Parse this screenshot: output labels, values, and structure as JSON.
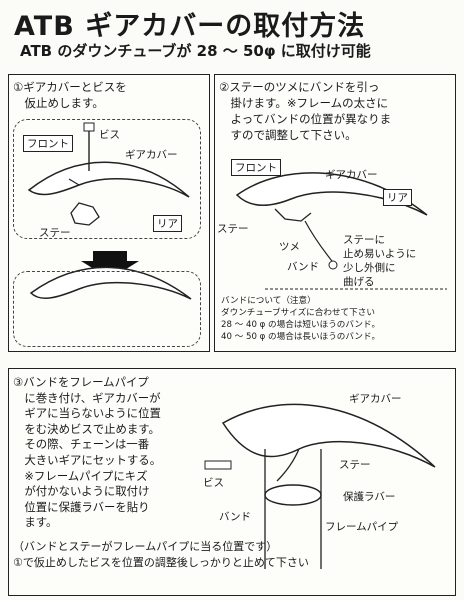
{
  "header": {
    "title": "ATB ギアカバーの取付方法",
    "subtitle": "ATB のダウンチューブが 28 ～ 50φ に取付け可能"
  },
  "step1": {
    "text": "①ギアカバーとビスを\n　仮止めします。",
    "labels": {
      "bis": "ビス",
      "front": "フロント",
      "gearcover": "ギアカバー",
      "rear": "リア",
      "stay": "ステー"
    }
  },
  "step2": {
    "text": "②ステーのツメにバンドを引っ\n　掛けます。※フレームの太さに\n　よってバンドの位置が異なりま\n　すので調整して下さい。",
    "labels": {
      "front": "フロント",
      "gearcover": "ギアカバー",
      "rear": "リア",
      "stay": "ステー",
      "tsume": "ツメ",
      "band": "バンド",
      "hint": "ステーに\n止め易いように\n少し外側に\n曲げる"
    },
    "note": "バンドについて（注意）\nダウンチューブサイズに合わせて下さい\n28 ～ 40 φ の場合は短いほうのバンド。\n40 ～ 50 φ の場合は長いほうのバンド。"
  },
  "step3": {
    "text": "③バンドをフレームパイプ\n　に巻き付け、ギアカバーが\n　ギアに当らないように位置\n　をむ決めビスで止めます。\n　その際、チェーンは一番\n　大きいギアにセットする。\n　※フレームパイプにキズ\n　が付かないように取付け\n　位置に保護ラバーを貼り\n　ます。",
    "footer": "（バンドとステーがフレームパイプに当る位置です）\n①で仮止めしたビスを位置の調整後しっかりと止めて下さい",
    "labels": {
      "gearcover": "ギアカバー",
      "stay": "ステー",
      "bis": "ビス",
      "rubber": "保護ラバー",
      "band": "バンド",
      "pipe": "フレームパイプ"
    }
  }
}
